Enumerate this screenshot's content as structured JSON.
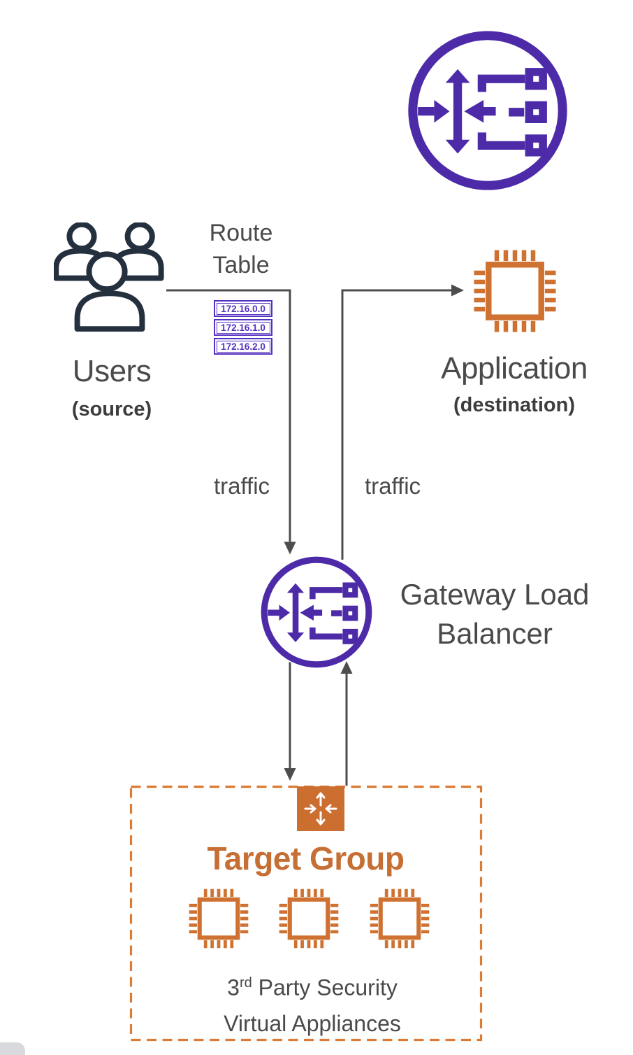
{
  "colors": {
    "purple_icon": "#4D2BA8",
    "route_table_purple": "#5531C1",
    "orange_icon": "#CF7231",
    "orange_dashed_border": "#DC7B34",
    "target_group_title_orange": "#C66F34",
    "users_navy": "#25303F",
    "text_gray": "#4A4A4A",
    "arrow_gray": "#4D4D4D",
    "white": "#FFFFFF"
  },
  "nodes": {
    "users": {
      "label": "Users",
      "sublabel": "(source)",
      "icon": "users-icon"
    },
    "route_table": {
      "label": "Route Table",
      "entries": [
        "172.16.0.0",
        "172.16.1.0",
        "172.16.2.0"
      ]
    },
    "application": {
      "label": "Application",
      "sublabel": "(destination)",
      "icon": "chip-icon"
    },
    "gateway_load_balancer": {
      "label": "Gateway Load Balancer",
      "icon": "gateway-load-balancer-icon"
    },
    "gateway_load_balancer_badge": {
      "icon": "gateway-load-balancer-icon"
    },
    "target_group": {
      "title": "Target Group",
      "icon": "converging-arrows-icon",
      "appliance_icon": "chip-icon",
      "appliance_count": 3,
      "caption": {
        "prefix": "3",
        "sup": "rd",
        "rest": " Party Security",
        "line2": "Virtual Appliances"
      }
    }
  },
  "edges": {
    "traffic_down_label": "traffic",
    "traffic_up_label": "traffic"
  }
}
